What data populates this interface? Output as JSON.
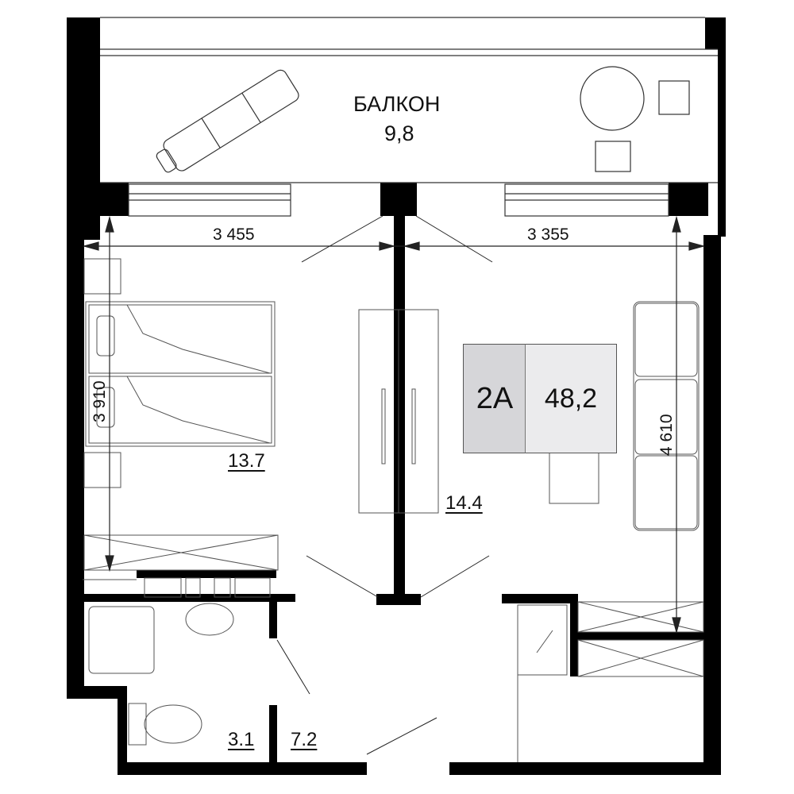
{
  "plan": {
    "balcony": {
      "name": "БАЛКОН",
      "area": "9,8"
    },
    "dimensions": {
      "top_left": "3 455",
      "top_right": "3 355",
      "left_height": "3 910",
      "right_height": "4 610"
    },
    "unit_badge": {
      "type": "2А",
      "total_area": "48,2"
    },
    "rooms": {
      "bedroom_area": "13.7",
      "living_area": "14.4",
      "bathroom_area": "3.1",
      "hall_area": "7.2"
    }
  }
}
